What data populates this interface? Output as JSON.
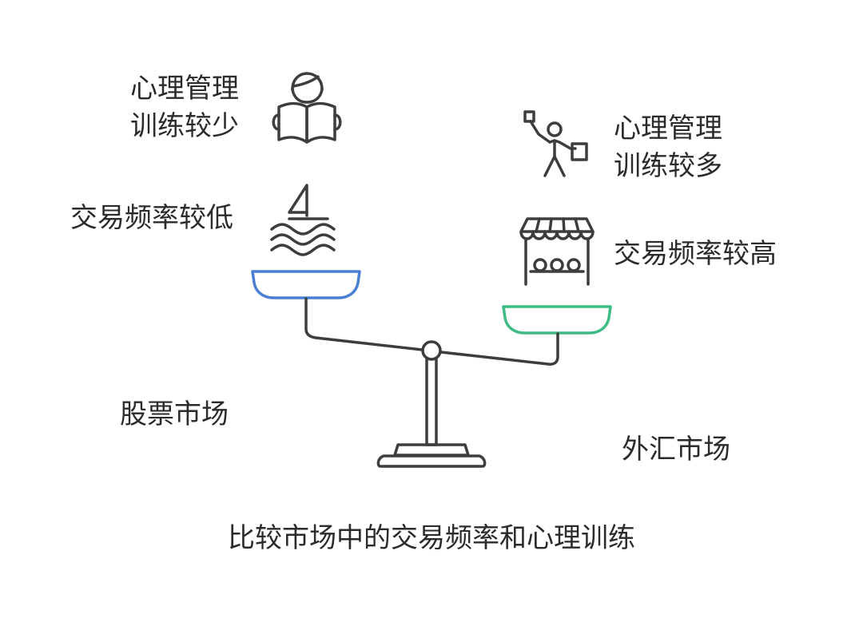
{
  "diagram": {
    "left_side": {
      "training_lines": [
        "心理管理",
        "训练较少"
      ],
      "frequency": "交易频率较低",
      "market": "股票市场",
      "training_icon": "person-reading-book-icon",
      "frequency_icon": "sailboat-on-waves-icon",
      "pan_color": "#4a7fd4"
    },
    "right_side": {
      "training_lines": [
        "心理管理",
        "训练较多"
      ],
      "frequency": "交易频率较高",
      "market": "外汇市场",
      "training_icon": "person-juggling-tasks-icon",
      "frequency_icon": "market-stall-icon",
      "pan_color": "#3dbb82"
    },
    "scale_icon": "balance-scale-icon",
    "caption": "比较市场中的交易频率和心理训练",
    "line_color": "#3d3d3d"
  }
}
